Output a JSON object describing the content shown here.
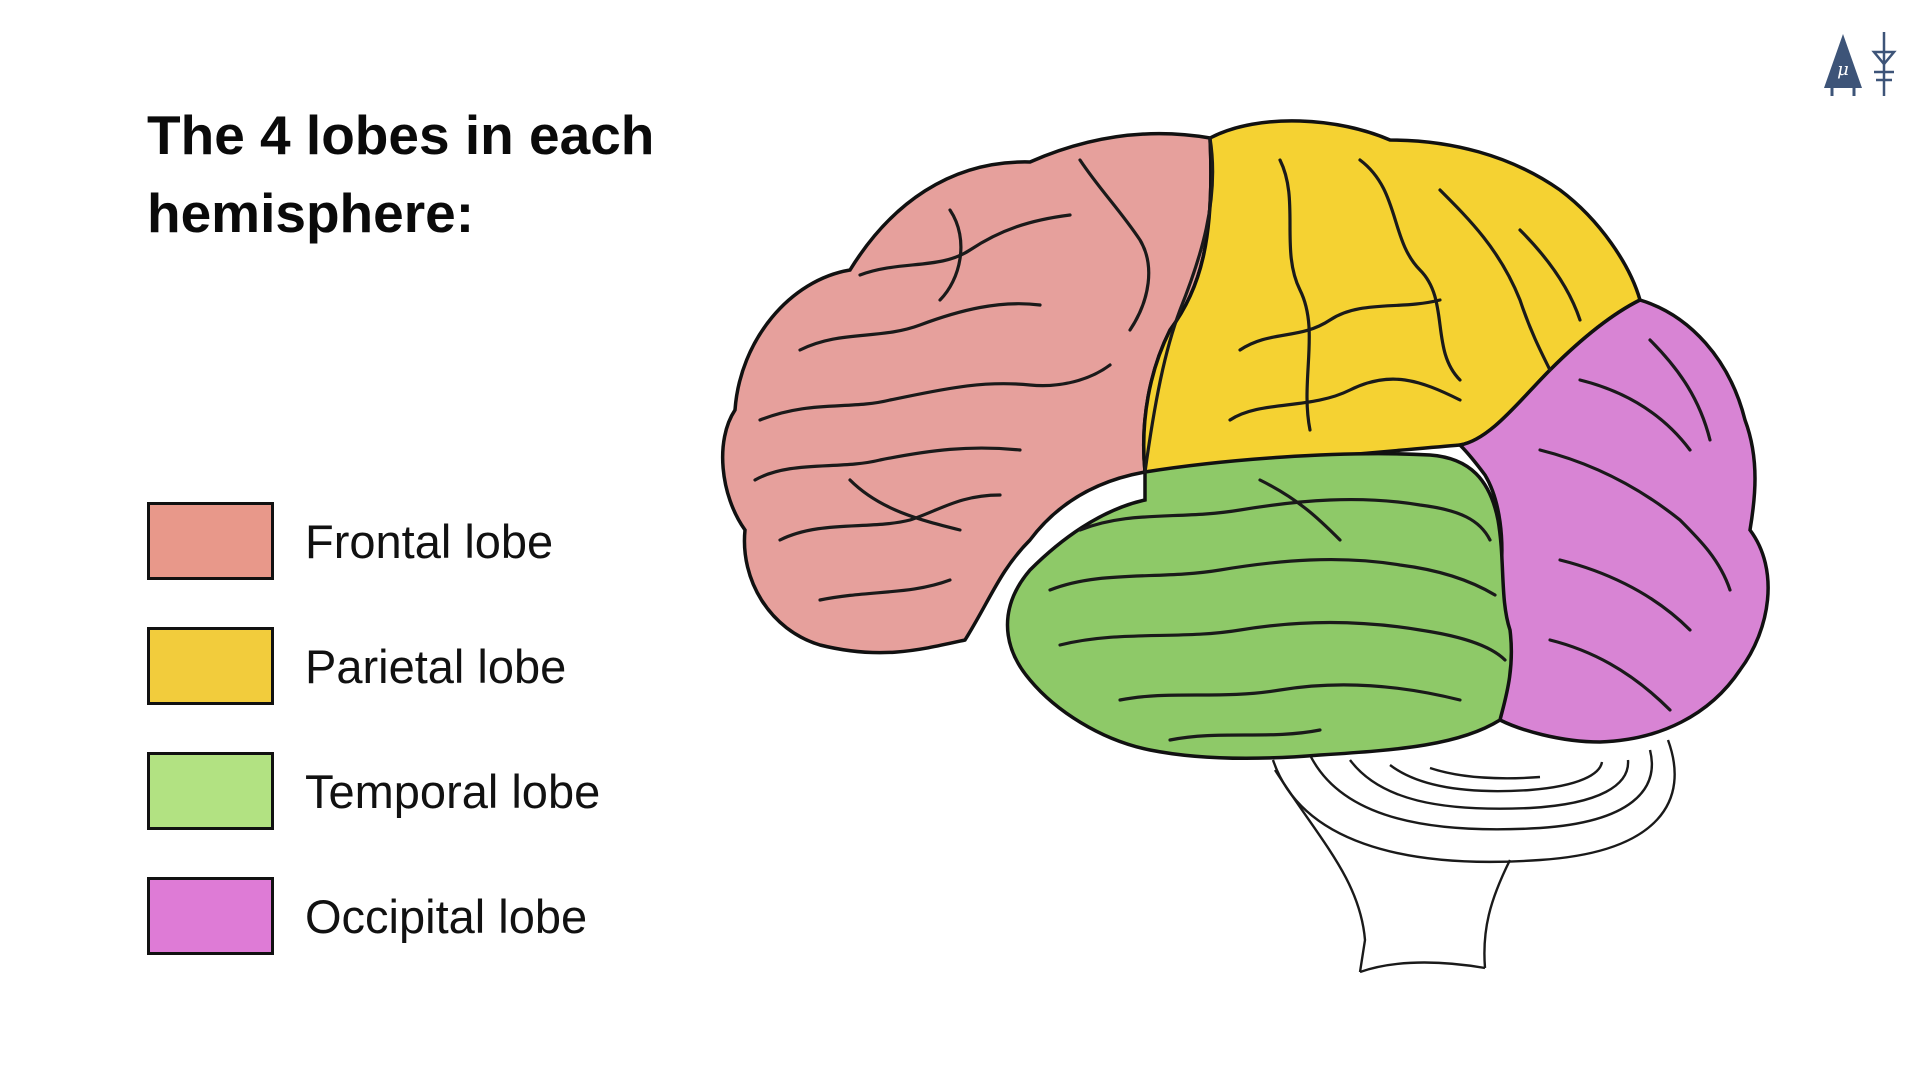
{
  "title": {
    "line1": "The 4 lobes in each",
    "line2": "hemisphere:"
  },
  "legend": [
    {
      "label": "Frontal lobe",
      "color": "#e8988a"
    },
    {
      "label": "Parietal lobe",
      "color": "#f2cc3c"
    },
    {
      "label": "Temporal lobe",
      "color": "#b2e282"
    },
    {
      "label": "Occipital lobe",
      "color": "#de7bd6"
    }
  ],
  "brain": {
    "frontal_color": "#e6a09c",
    "parietal_color": "#f5d232",
    "temporal_color": "#8ec968",
    "occipital_color": "#d884d4"
  }
}
